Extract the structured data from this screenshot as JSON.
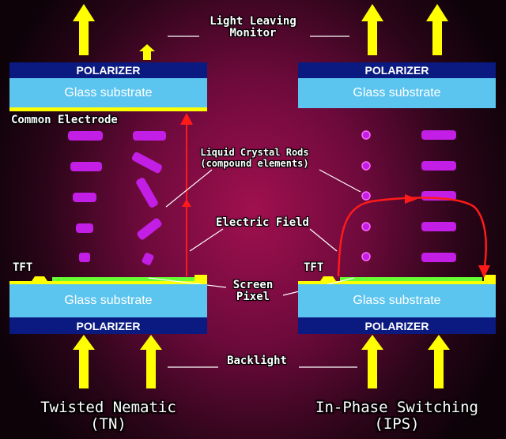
{
  "labels": {
    "light_leaving_line1": "Light Leaving",
    "light_leaving_line2": "Monitor",
    "common_electrode": "Common Electrode",
    "liquid_crystal_line1": "Liquid Crystal Rods",
    "liquid_crystal_line2": "(compound elements)",
    "electric_field": "Electric Field",
    "screen_pixel_line1": "Screen",
    "screen_pixel_line2": "Pixel",
    "backlight": "Backlight",
    "tft_left": "TFT",
    "tft_right": "TFT"
  },
  "layers": {
    "polarizer": "POLARIZER",
    "glass_substrate": "Glass substrate"
  },
  "panels": {
    "left_title_line1": "Twisted Nematic",
    "left_title_line2": "(TN)",
    "right_title_line1": "In-Phase Switching",
    "right_title_line2": "(IPS)"
  },
  "colors": {
    "polarizer": "#0a1a80",
    "glass": "#5bc4ef",
    "electrode": "#ffff00",
    "pixel": "#66ff33",
    "rods": "#c21ee6",
    "field": "#ff1a1a",
    "light_arrow": "#ffff00"
  }
}
